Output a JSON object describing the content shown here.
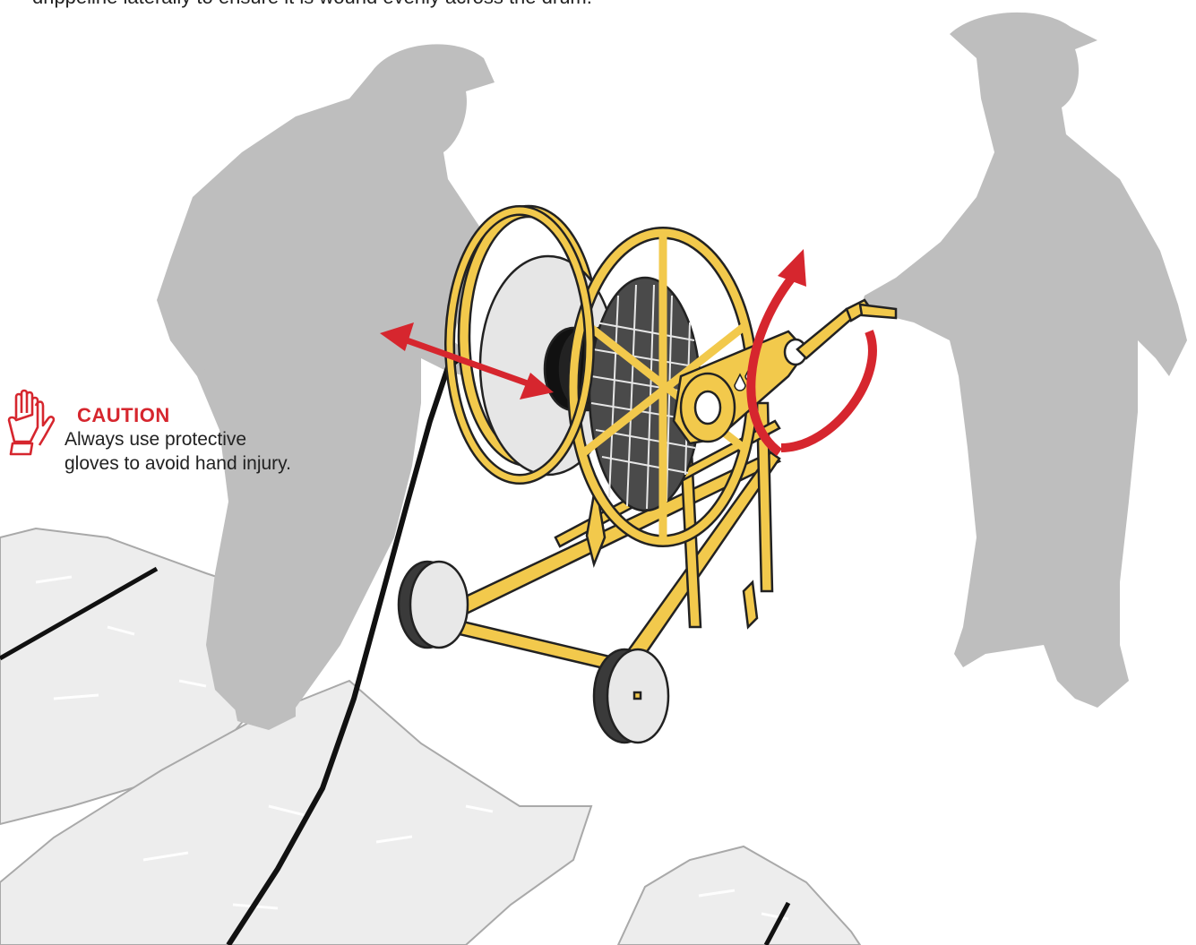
{
  "top_text": "drippeline laterally to ensure it is wound evenly across the drum.",
  "caution": {
    "icon": "protective-gloves-icon",
    "title": "CAUTION",
    "body": "Always use protective gloves to avoid hand injury."
  },
  "colors": {
    "silhouette": "#bebebe",
    "reel_frame": "#f2c94c",
    "reel_outline": "#222222",
    "arrow": "#d6262e",
    "caution": "#d6262e",
    "field_beds": "#ececec",
    "dripline": "#111111"
  }
}
